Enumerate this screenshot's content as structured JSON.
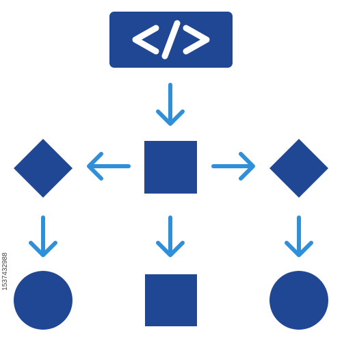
{
  "colors": {
    "node": "#1f4793",
    "arrow": "#2f8fd8",
    "glyph": "#ffffff"
  },
  "nodes": [
    {
      "id": "code",
      "shape": "rounded-rect",
      "icon": "code-icon"
    },
    {
      "id": "center-process",
      "shape": "square"
    },
    {
      "id": "left-decision",
      "shape": "diamond"
    },
    {
      "id": "right-decision",
      "shape": "diamond"
    },
    {
      "id": "left-end",
      "shape": "circle"
    },
    {
      "id": "center-end",
      "shape": "square"
    },
    {
      "id": "right-end",
      "shape": "circle"
    }
  ],
  "edges": [
    {
      "from": "code",
      "to": "center-process"
    },
    {
      "from": "center-process",
      "to": "left-decision"
    },
    {
      "from": "center-process",
      "to": "right-decision"
    },
    {
      "from": "left-decision",
      "to": "left-end"
    },
    {
      "from": "center-process",
      "to": "center-end"
    },
    {
      "from": "right-decision",
      "to": "right-end"
    }
  ],
  "stock_id": "1537432988"
}
